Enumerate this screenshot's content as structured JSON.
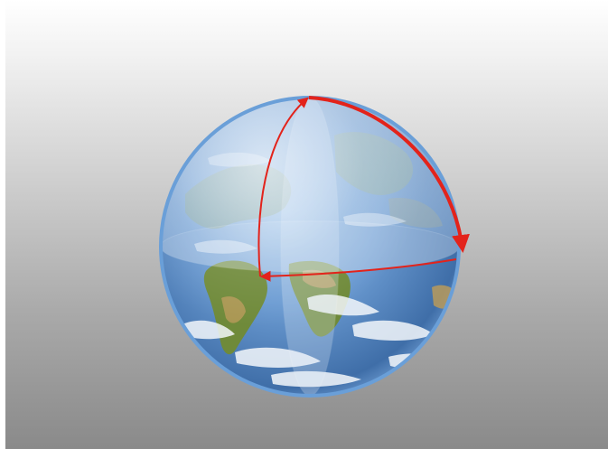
{
  "scene": {
    "subject": "globe-icon",
    "colors": {
      "ocean": "#5b8fc9",
      "rim": "#6a9fd8",
      "land_green": "#6f8a3a",
      "land_tan": "#b99a5a",
      "cloud": "#f4f7fb",
      "arrow": "#e3231b",
      "background_top": "#ffffff",
      "background_bottom": "#8a8a8a"
    },
    "arrows": [
      {
        "name": "meridian-arrow-up"
      },
      {
        "name": "equator-arrow-left"
      },
      {
        "name": "arc-arrow-down"
      }
    ]
  }
}
